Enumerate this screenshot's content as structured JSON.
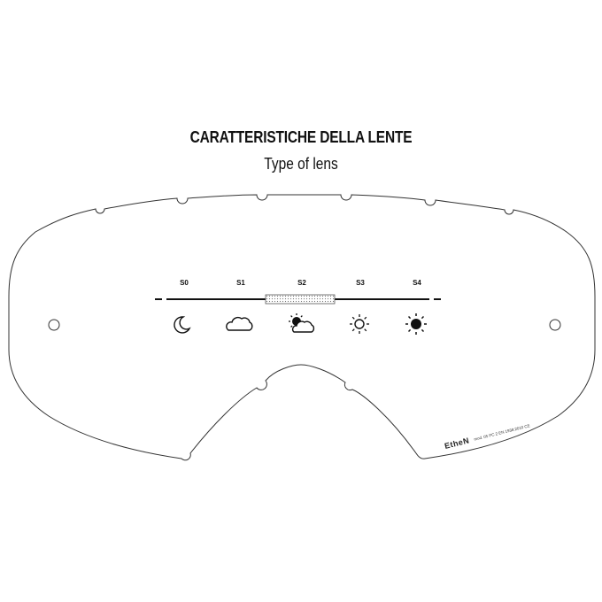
{
  "heading": {
    "title": "CARATTERISTICHE DELLA LENTE",
    "subtitle": "Type of lens"
  },
  "scale": {
    "levels": [
      {
        "label": "S0",
        "icon": "moon-icon"
      },
      {
        "label": "S1",
        "icon": "cloud-icon"
      },
      {
        "label": "S2",
        "icon": "sun-behind-cloud-icon"
      },
      {
        "label": "S3",
        "icon": "sun-outline-icon"
      },
      {
        "label": "S4",
        "icon": "sun-filled-icon"
      }
    ],
    "selected_label": "S2"
  },
  "lens_print": {
    "brand": "EtheN",
    "certification": "mod. 05 PC 2 EN 1938:2010 CE"
  },
  "colors": {
    "outline": "#333333",
    "text": "#111111",
    "background": "#ffffff"
  }
}
